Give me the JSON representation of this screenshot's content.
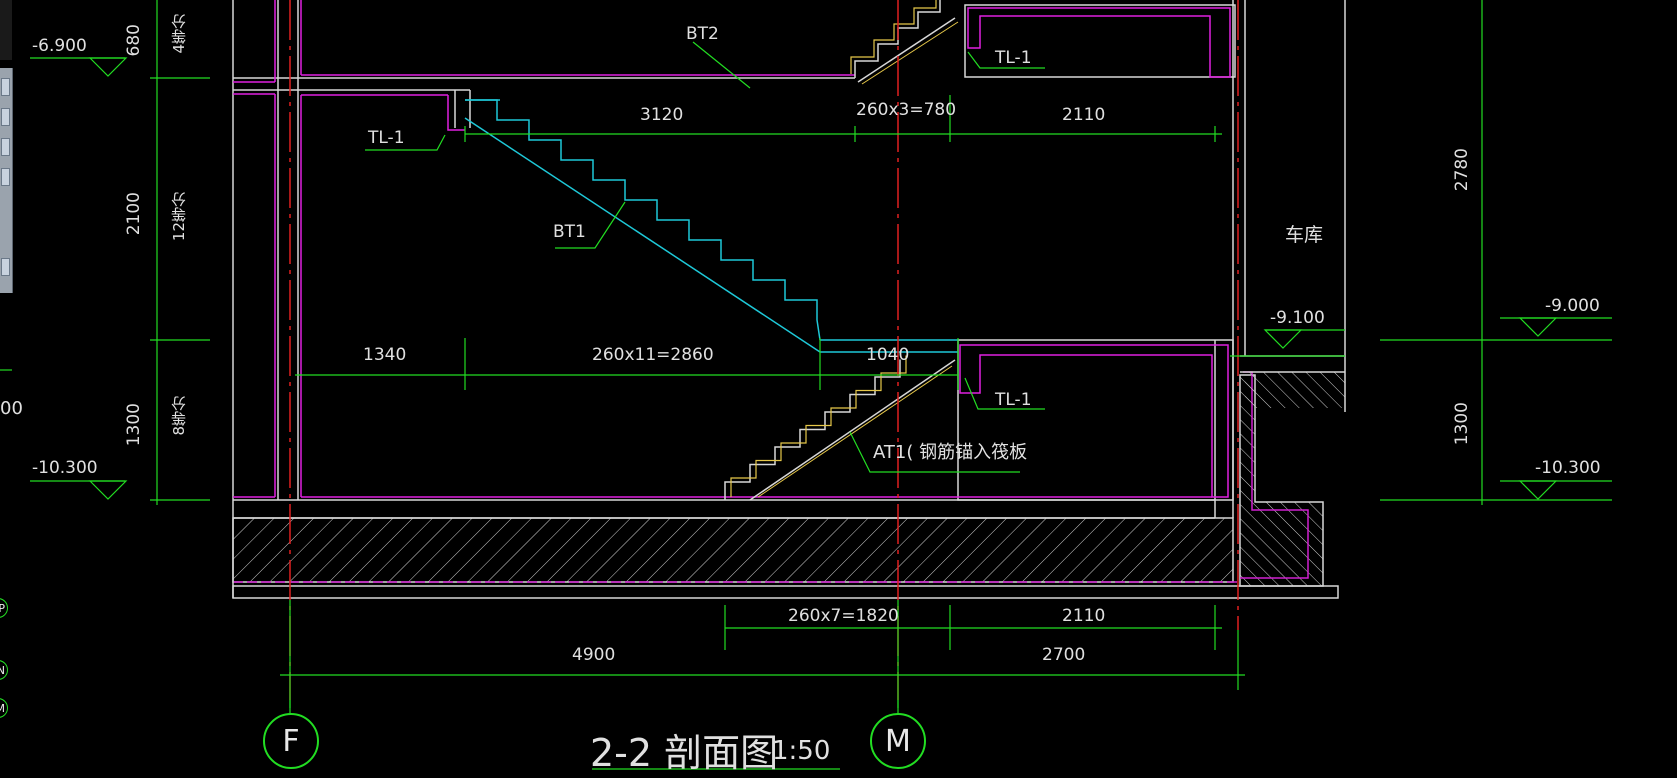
{
  "drawing": {
    "title_main": "2-2  剖面图",
    "title_scale": "1:50"
  },
  "axes": {
    "left_label": "F",
    "right_label": "M"
  },
  "edge_markers": [
    "P",
    "N",
    "M"
  ],
  "edge_fragment": "00",
  "elevations": {
    "top_left": "-6.900",
    "bottom_left": "-10.300",
    "mid_right": "-9.100",
    "right_upper": "-9.000",
    "right_lower": "-10.300"
  },
  "labels": {
    "bt2": "BT2",
    "bt1": "BT1",
    "tl1_top": "TL-1",
    "tl1_left": "TL-1",
    "tl1_bottom": "TL-1",
    "at1": "AT1(  钢筋锚入筏板",
    "garage": "车库"
  },
  "dimensions": {
    "upper": [
      "3120",
      "260x3=780",
      "2110"
    ],
    "middle": [
      "1340",
      "260x11=2860",
      "1040"
    ],
    "lower": [
      "260x7=1820",
      "2110"
    ],
    "overall": [
      "4900",
      "2700"
    ],
    "left_vertical": [
      "680",
      "2100",
      "1300"
    ],
    "left_vertical_notes": [
      "4等分",
      "12等分",
      "8等分"
    ],
    "right_vertical": [
      "2780",
      "1300"
    ]
  }
}
